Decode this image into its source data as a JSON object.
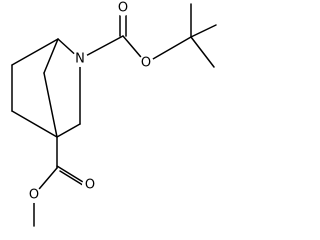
{
  "molecule": {
    "atoms": {
      "nitrogen": "N",
      "carbamate_carbonyl_o": "O",
      "carbamate_ester_o": "O",
      "ester_carbonyl_o": "O",
      "ester_methoxy_o": "O"
    }
  }
}
